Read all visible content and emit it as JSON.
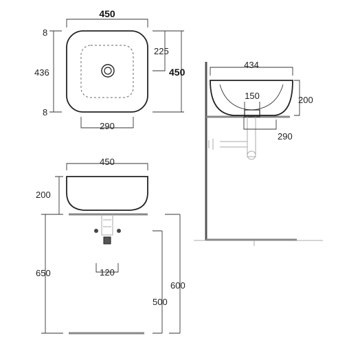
{
  "top_view": {
    "width_top": "450",
    "margin_top": "8",
    "inner_height": "436",
    "margin_bottom": "8",
    "half_depth": "225",
    "depth_total": "450",
    "drain_spacing": "290"
  },
  "side_view": {
    "width_top": "434",
    "drain_width": "150",
    "height": "200",
    "drain_spacing": "290"
  },
  "front_view": {
    "width": "450",
    "basin_height": "200",
    "counter_height": "650",
    "pipe_spacing": "120",
    "drain_height": "600",
    "outlet_height": "500"
  },
  "colors": {
    "line": "#222222",
    "counter": "#888888",
    "wall": "#555555"
  }
}
